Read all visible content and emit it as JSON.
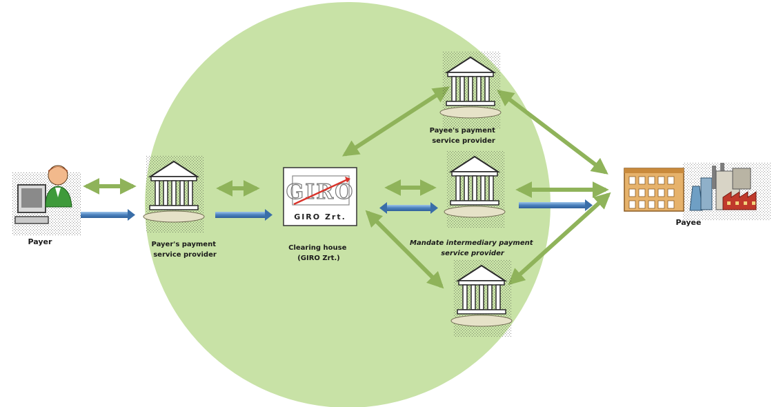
{
  "colors": {
    "circle": "#c8e2a6",
    "green_arrow": "#8fb35a",
    "blue_arrow": "#5b8fc4",
    "bank": "#ffffff",
    "bank_outline": "#2a2a2a"
  },
  "labels": {
    "payer": "Payer",
    "payer_psp": [
      "Payer's payment",
      "service provider"
    ],
    "clearing_house": [
      "Clearing house",
      "(GIRO Zrt.)"
    ],
    "payee_psp": [
      "Payee's payment",
      "service provider"
    ],
    "mandate_psp": [
      "Mandate intermediary payment",
      "service provider"
    ],
    "payee": "Payee"
  },
  "giro_logo": {
    "mark": "GIRO",
    "caption": "GIRO Zrt."
  },
  "icons": {
    "payer": "person-at-computer-icon",
    "bank": "bank-building-icon",
    "clearing": "giro-logo",
    "payee": "office-and-factory-icon"
  }
}
